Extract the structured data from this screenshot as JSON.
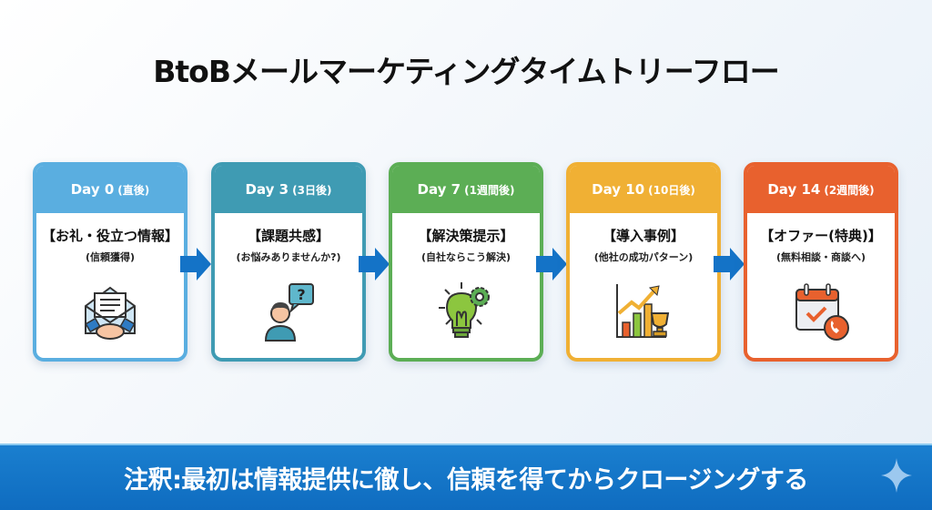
{
  "title": "BtoBメールマーケティングタイムトリーフロー",
  "steps": [
    {
      "day": "Day 0",
      "timing": "(直後)",
      "main": "【お礼・役立つ情報】",
      "note": "(信頼獲得)",
      "icon": "email-handshake-icon",
      "color": "#5aaee0"
    },
    {
      "day": "Day 3",
      "timing": "(3日後)",
      "main": "【課題共感】",
      "note": "(お悩みありませんか?)",
      "icon": "person-question-icon",
      "color": "#3f9bb3"
    },
    {
      "day": "Day 7",
      "timing": "(1週間後)",
      "main": "【解決策提示】",
      "note": "(自社ならこう解決)",
      "icon": "lightbulb-gear-icon",
      "color": "#5cae55"
    },
    {
      "day": "Day 10",
      "timing": "(10日後)",
      "main": "【導入事例】",
      "note": "(他社の成功パターン)",
      "icon": "growth-chart-trophy-icon",
      "color": "#f0b034"
    },
    {
      "day": "Day 14",
      "timing": "(2週間後)",
      "main": "【オファー(特典)】",
      "note": "(無料相談・商談へ)",
      "icon": "calendar-phone-icon",
      "color": "#e8612e"
    }
  ],
  "arrow_color": "#1473c7",
  "footer": {
    "text": "注釈:最初は情報提供に徹し、信頼を得てからクロージングする"
  }
}
